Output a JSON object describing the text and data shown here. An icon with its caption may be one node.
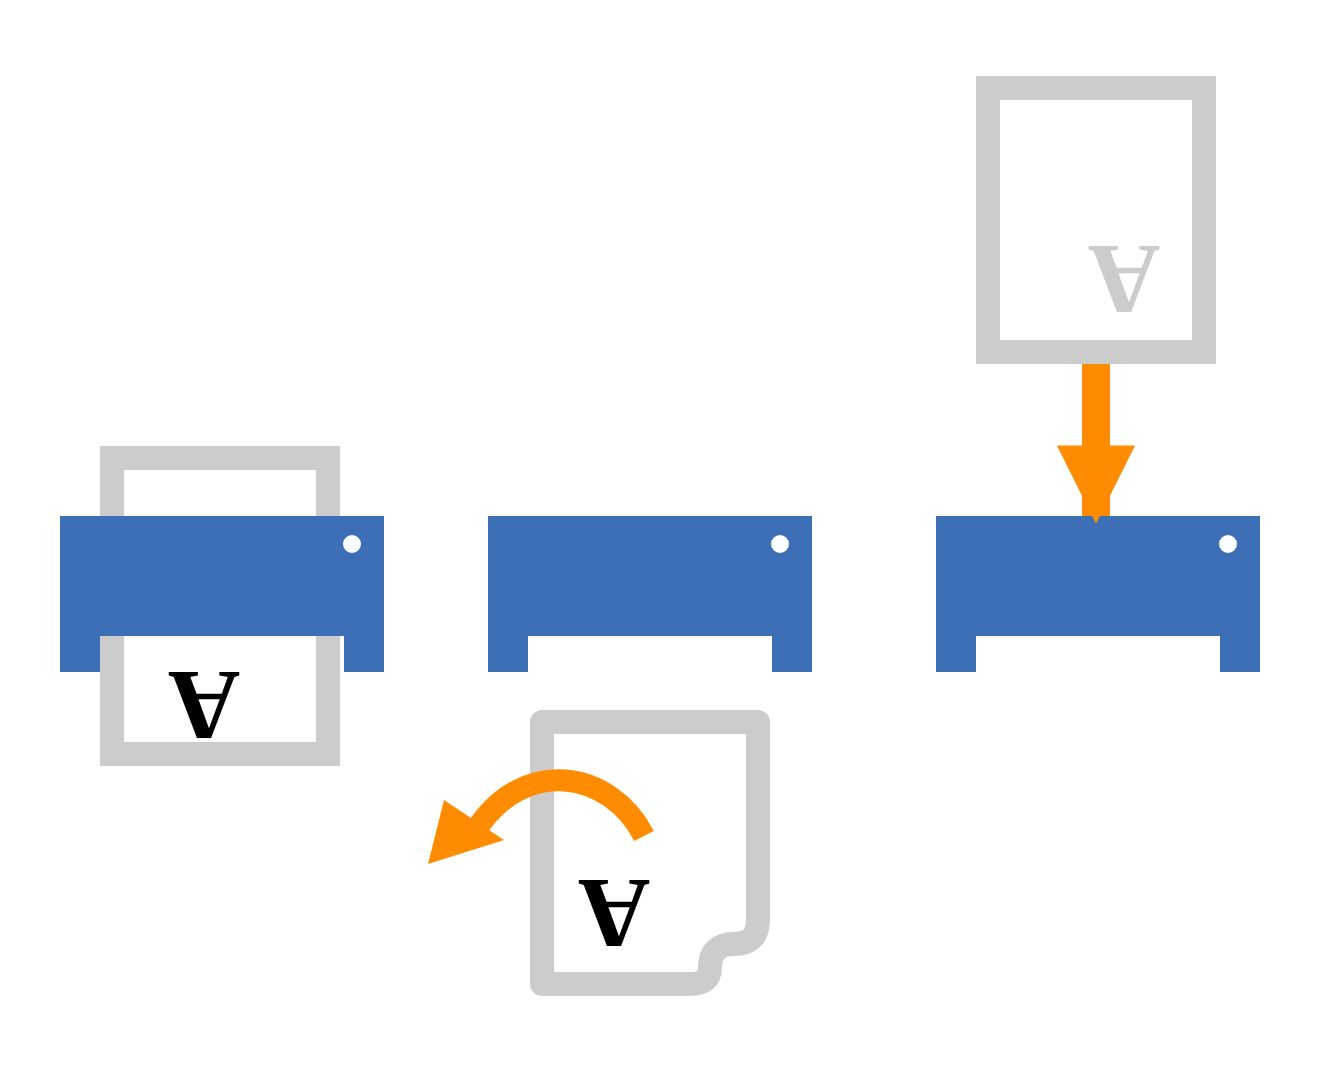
{
  "diagram": {
    "nodes": [
      {
        "text": [
          "A"
        ]
      },
      {
        "text": [
          "A"
        ]
      },
      {
        "text": [],
        "shape": "printer"
      },
      {
        "text": [],
        "shape": "printer"
      },
      {
        "text": [],
        "shape": "printer"
      },
      {
        "text": [
          "A"
        ]
      }
    ],
    "edges": [
      {
        "from": 0,
        "to": 4,
        "arrow": "to"
      }
    ]
  }
}
